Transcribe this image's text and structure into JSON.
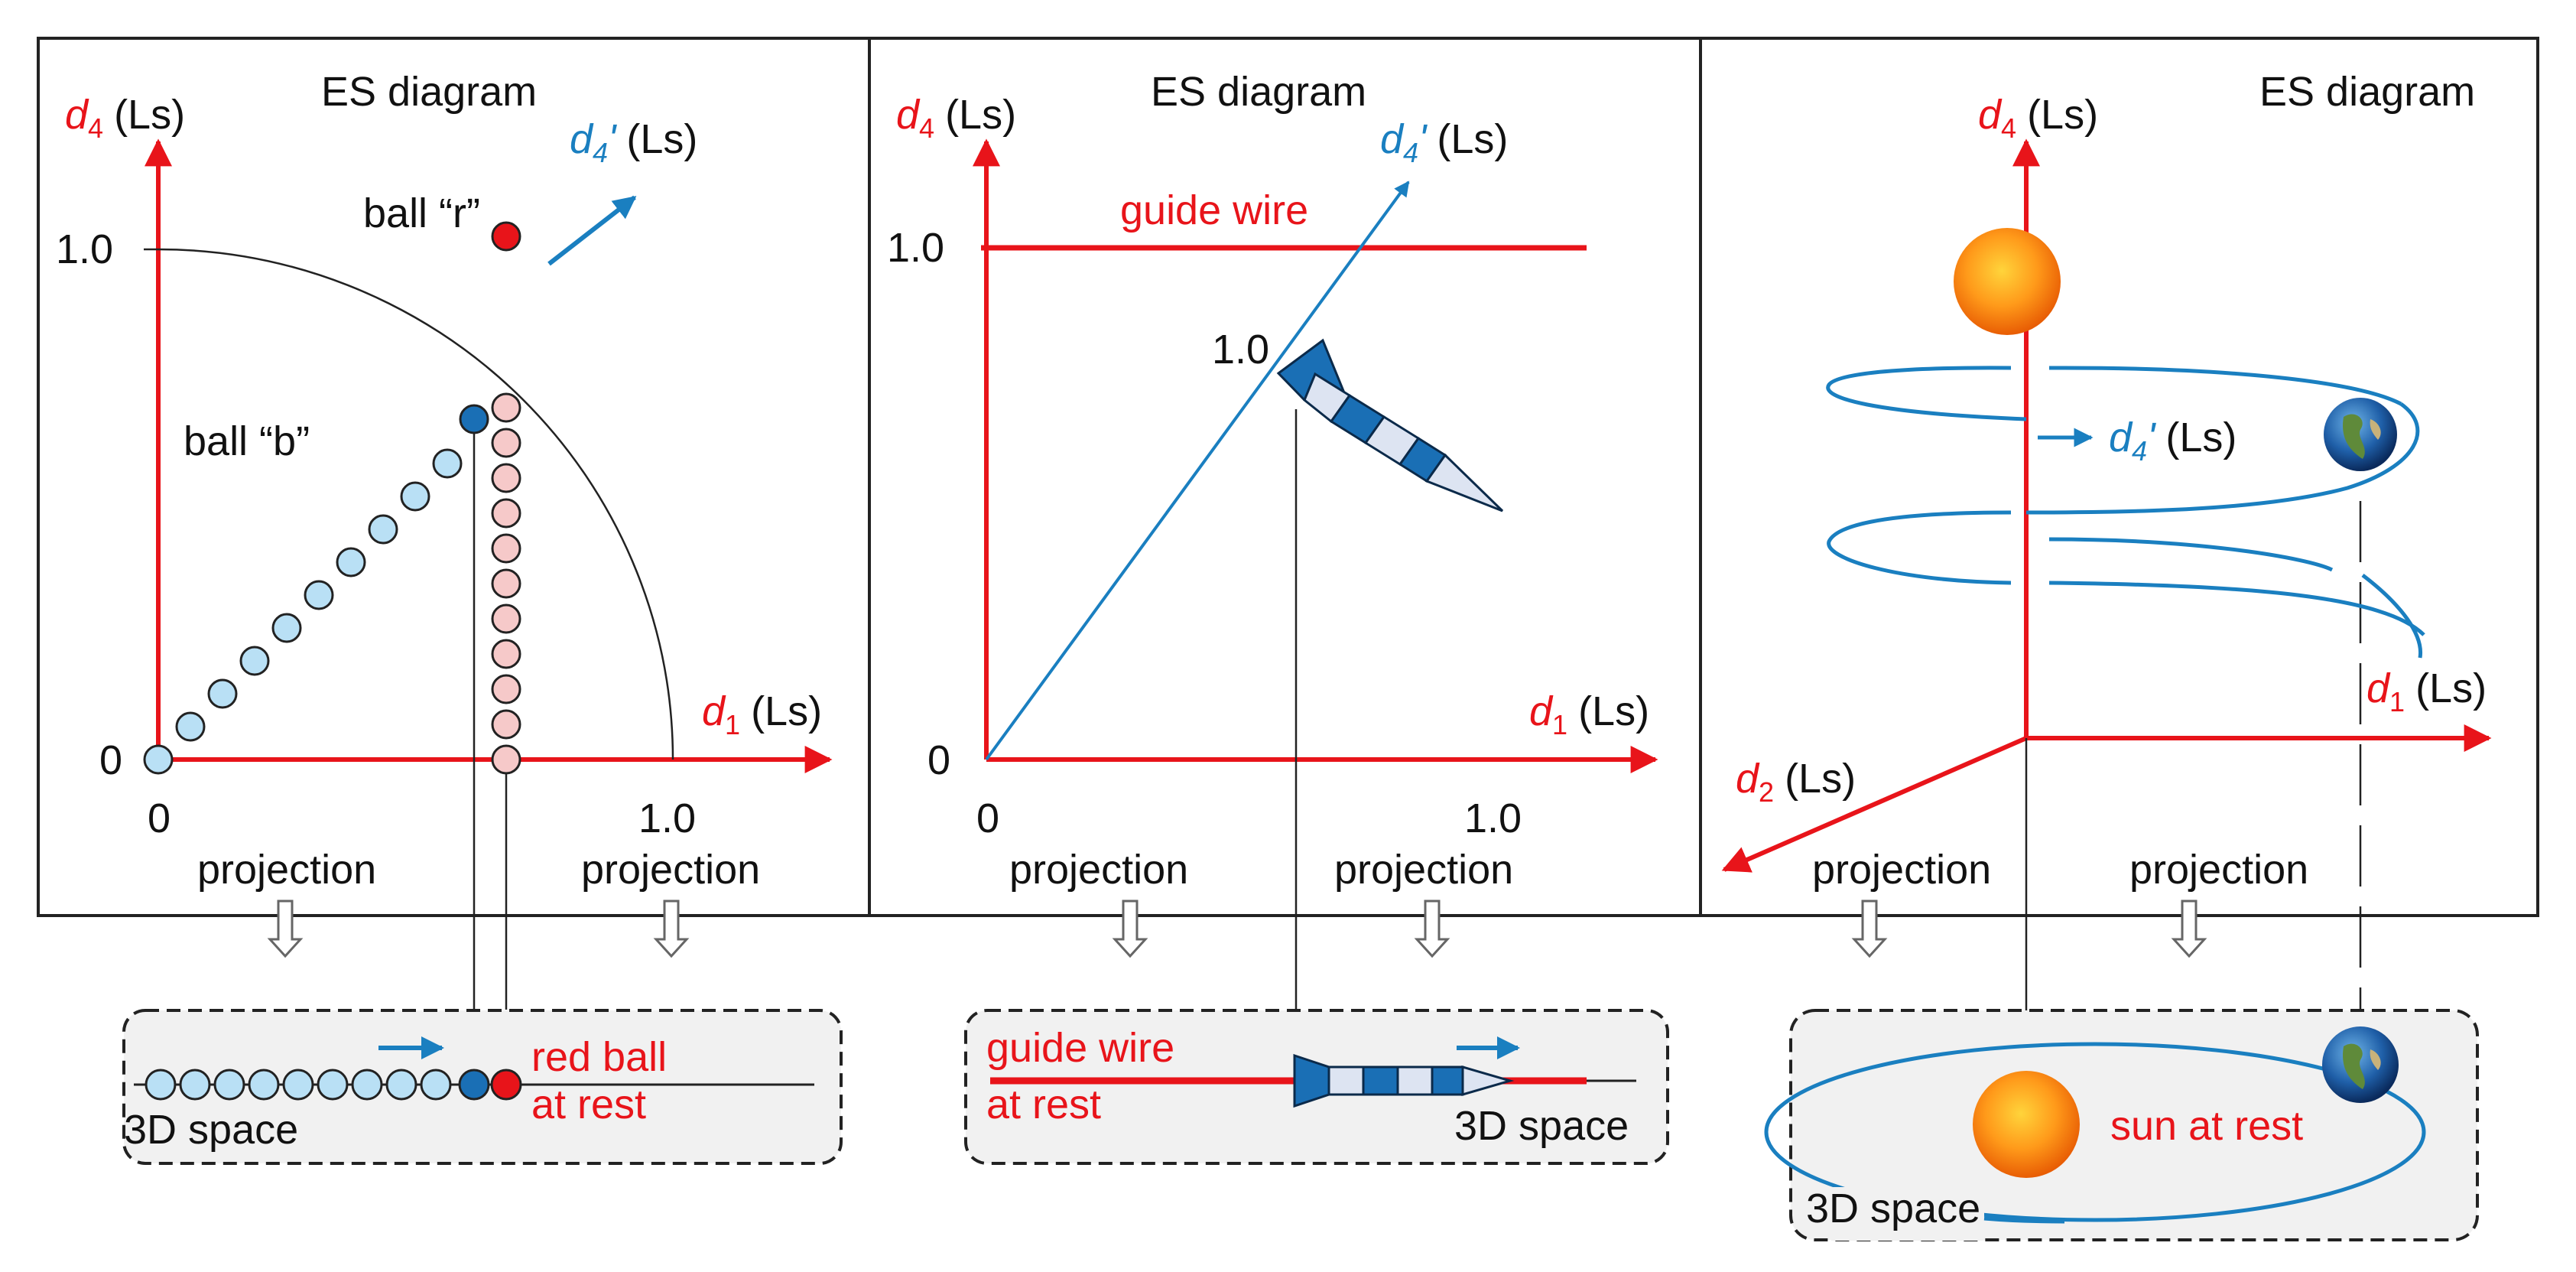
{
  "panels": [
    {
      "title": "ES diagram",
      "vertical_axis": {
        "symbol": "d",
        "subscript": "4",
        "unit": "(Ls)"
      },
      "horizontal_axis": {
        "symbol": "d",
        "subscript": "1",
        "unit": "(Ls)"
      },
      "moving_axis": {
        "symbol": "d",
        "subscript": "4",
        "prime": "'",
        "unit": "(Ls)"
      },
      "ticks": {
        "zero_y": "0",
        "one_y": "1.0",
        "zero_x": "0",
        "one_x": "1.0"
      },
      "ball_r_label": "ball “r”",
      "ball_b_label": "ball “b”",
      "projection_left": "projection",
      "projection_right": "projection",
      "space_box": {
        "label_3d": "3D space",
        "caption_line1": "red ball",
        "caption_line2": "at rest"
      }
    },
    {
      "title": "ES diagram",
      "vertical_axis": {
        "symbol": "d",
        "subscript": "4",
        "unit": "(Ls)"
      },
      "horizontal_axis": {
        "symbol": "d",
        "subscript": "1",
        "unit": "(Ls)"
      },
      "moving_axis": {
        "symbol": "d",
        "subscript": "4",
        "prime": "'",
        "unit": "(Ls)"
      },
      "ticks": {
        "zero_y": "0",
        "one_y": "1.0",
        "zero_x": "0",
        "one_x": "1.0"
      },
      "guide_wire_label": "guide wire",
      "rocket_label": "1.0",
      "projection_left": "projection",
      "projection_right": "projection",
      "space_box": {
        "caption_line1": "guide wire",
        "caption_line2": "at rest",
        "label_3d": "3D space"
      }
    },
    {
      "title": "ES diagram",
      "vertical_axis": {
        "symbol": "d",
        "subscript": "4",
        "unit": "(Ls)"
      },
      "horizontal_axis": {
        "symbol": "d",
        "subscript": "1",
        "unit": "(Ls)"
      },
      "depth_axis": {
        "symbol": "d",
        "subscript": "2",
        "unit": "(Ls)"
      },
      "moving_axis": {
        "symbol": "d",
        "subscript": "4",
        "prime": "'",
        "unit": "(Ls)"
      },
      "projection_left": "projection",
      "projection_right": "projection",
      "space_box": {
        "caption": "sun at rest",
        "label_3d": "3D space"
      }
    }
  ],
  "colors": {
    "axis_red": "#e8141a",
    "worldline_blue": "#1a7fc0",
    "ball_light_blue": "#b9e0f5",
    "ball_dark_blue": "#1a6fb5",
    "ball_pink": "#f6c9c9",
    "box_fill": "#f1f1f1"
  }
}
